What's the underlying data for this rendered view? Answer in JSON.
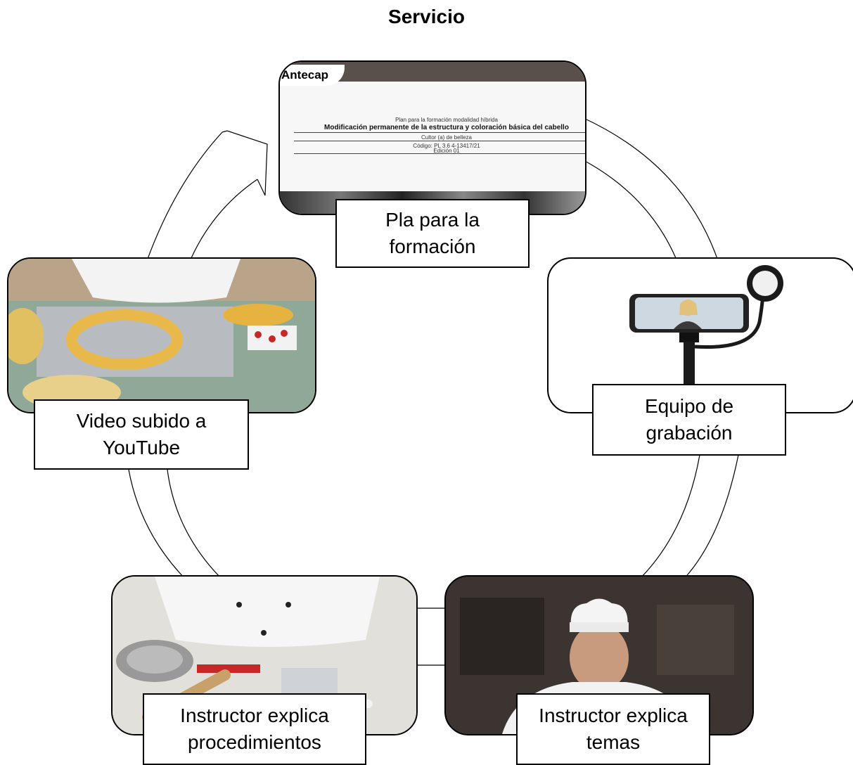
{
  "title": "Servicio",
  "nodes": {
    "plan": {
      "label": "Pla para la\nformación"
    },
    "equipo": {
      "label": "Equipo de\ngrabación"
    },
    "temas": {
      "label": "Instructor explica\ntemas"
    },
    "procedimientos": {
      "label": "Instructor explica\nprocedimientos"
    },
    "video": {
      "label": "Video subido a\nYouTube"
    }
  },
  "plan_doc": {
    "brand": "Antecap",
    "subtitle": "Plan para la formación modalidad híbrida",
    "heading": "Modificación permanente de la estructura y coloración básica del cabello",
    "role": "Cultor (a) de belleza",
    "code": "Código: PL 3.6 4-13417/21",
    "edition": "Edición 01"
  }
}
